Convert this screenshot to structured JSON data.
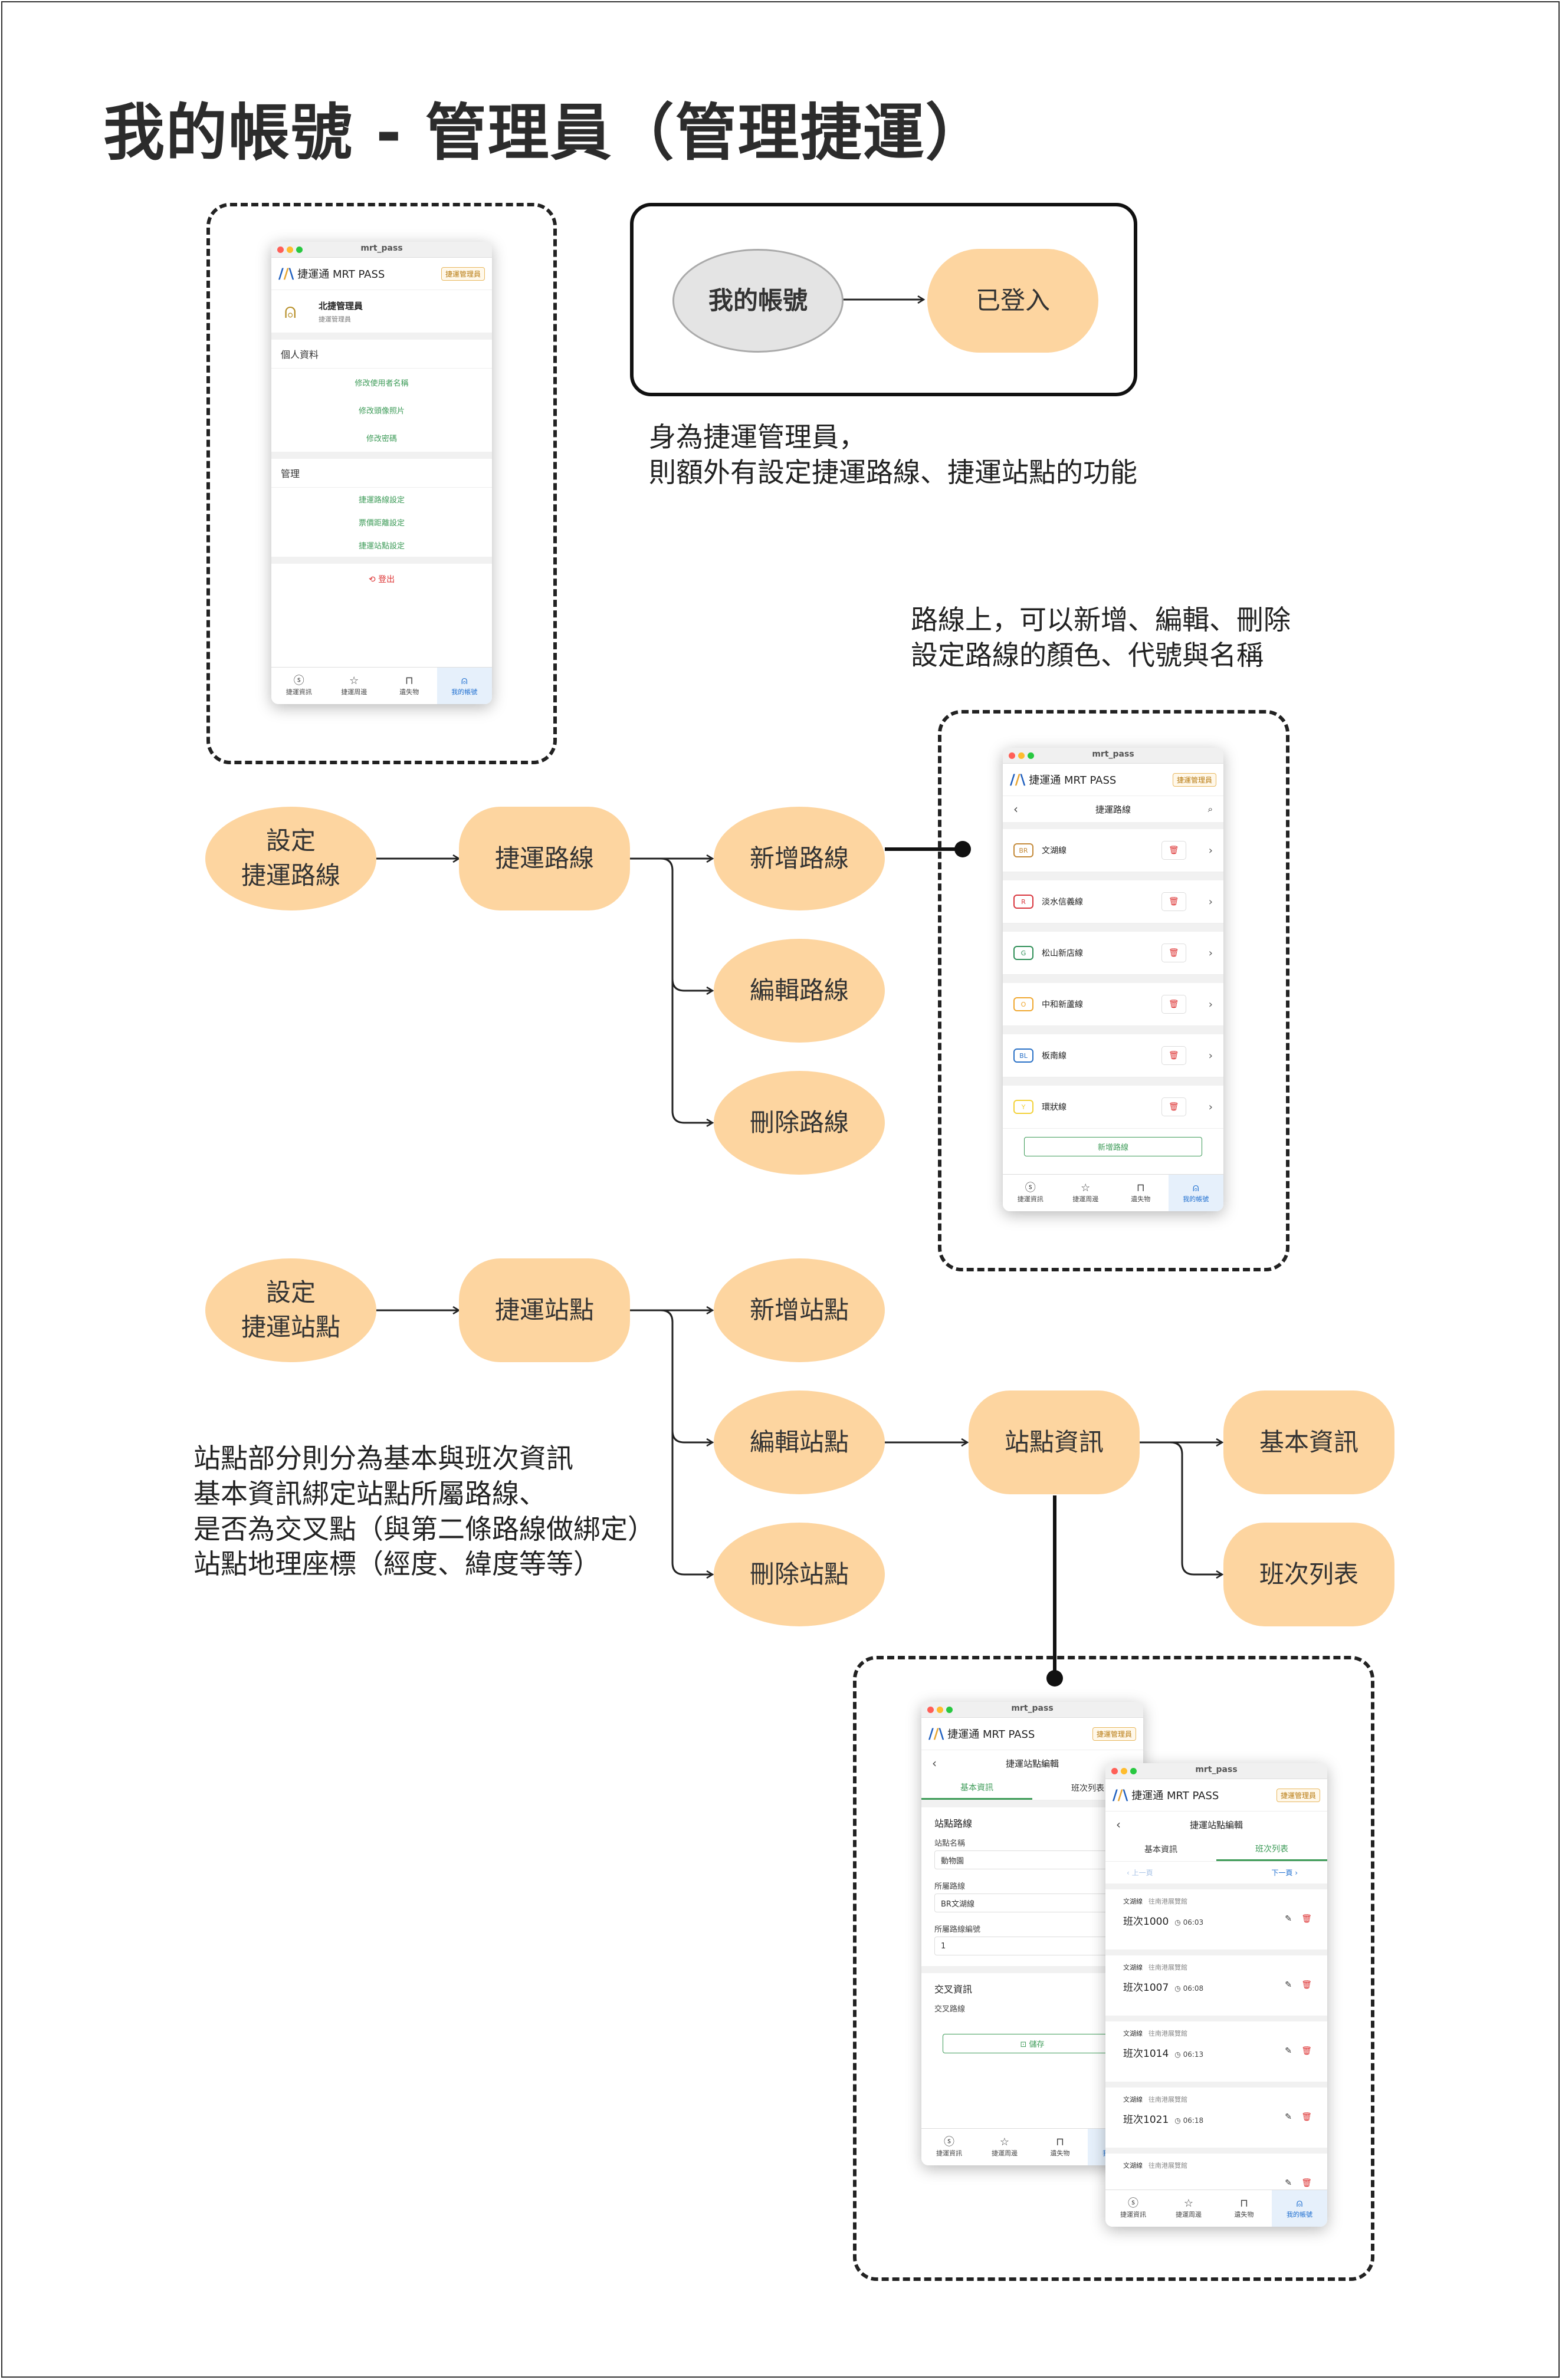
{
  "page": {
    "title": "我的帳號 - 管理員（管理捷運）"
  },
  "colors": {
    "node_fill": "#fdd5a0",
    "node_grey": "#e4e4e4",
    "accent_green": "#3d9b58",
    "nav_active": "#1f6fd0"
  },
  "legend": {
    "node_a": "我的帳號",
    "node_b": "已登入"
  },
  "notes": {
    "admin_line1": "身為捷運管理員，",
    "admin_line2": "則額外有設定捷運路線、捷運站點的功能",
    "route_line1": "路線上，可以新增、編輯、刪除",
    "route_line2": "設定路線的顏色、代號與名稱",
    "station_line1": "站點部分則分為基本與班次資訊",
    "station_line2": "基本資訊綁定站點所屬路線、",
    "station_line3": "是否為交叉點（與第二條路線做綁定）",
    "station_line4": "站點地理座標（經度、緯度等等）"
  },
  "flow": {
    "set_route_1": "設定",
    "set_route_2": "捷運路線",
    "route": "捷運路線",
    "add_route": "新增路線",
    "edit_route": "編輯路線",
    "delete_route": "刪除路線",
    "set_station_1": "設定",
    "set_station_2": "捷運站點",
    "station": "捷運站點",
    "add_station": "新增站點",
    "edit_station": "編輯站點",
    "delete_station": "刪除站點",
    "station_info": "站點資訊",
    "basic_info": "基本資訊",
    "schedule_list": "班次列表"
  },
  "app": {
    "window_title": "mrt_pass",
    "brand": "捷運通 MRT PASS",
    "role_badge": "捷運管理員",
    "nav": [
      {
        "label": "捷運資訊",
        "icon": "info-icon"
      },
      {
        "label": "捷運周邊",
        "icon": "star-icon"
      },
      {
        "label": "遺失物",
        "icon": "bag-icon"
      },
      {
        "label": "我的帳號",
        "icon": "user-icon"
      }
    ]
  },
  "account_screen": {
    "user_name": "北捷管理員",
    "user_role": "捷運管理員",
    "section_profile": "個人資料",
    "profile_links": [
      "修改使用者名稱",
      "修改頭像照片",
      "修改密碼"
    ],
    "section_manage": "管理",
    "manage_links": [
      "捷運路線設定",
      "票價距離設定",
      "捷運站點設定"
    ],
    "logout": "登出"
  },
  "routes_screen": {
    "title": "捷運路線",
    "routes": [
      {
        "code": "BR",
        "name": "文湖線",
        "color": "#c48a3a"
      },
      {
        "code": "R",
        "name": "淡水信義線",
        "color": "#d9363e"
      },
      {
        "code": "G",
        "name": "松山新店線",
        "color": "#2f8f57"
      },
      {
        "code": "O",
        "name": "中和新蘆線",
        "color": "#f0a830"
      },
      {
        "code": "BL",
        "name": "板南線",
        "color": "#2b72c7"
      },
      {
        "code": "Y",
        "name": "環狀線",
        "color": "#f3d23a"
      }
    ],
    "add_button": "新增路線"
  },
  "station_edit_screen": {
    "title": "捷運站點編輯",
    "tab_basic": "基本資訊",
    "tab_schedule": "班次列表",
    "section_route": "站點路線",
    "fields": [
      {
        "label": "站點名稱",
        "value": "動物園"
      },
      {
        "label": "所屬路線",
        "value": "BR文湖線"
      },
      {
        "label": "所屬路線編號",
        "value": "1"
      }
    ],
    "section_cross": "交叉資訊",
    "cross_label": "交叉路線",
    "save": "儲存"
  },
  "schedule_screen": {
    "title": "捷運站點編輯",
    "tab_basic": "基本資訊",
    "tab_schedule": "班次列表",
    "prev": "上一頁",
    "next": "下一頁",
    "items": [
      {
        "line": "文湖線",
        "dir": "往南港展覽館",
        "code": "班次1000",
        "time": "06:03"
      },
      {
        "line": "文湖線",
        "dir": "往南港展覽館",
        "code": "班次1007",
        "time": "06:08"
      },
      {
        "line": "文湖線",
        "dir": "往南港展覽館",
        "code": "班次1014",
        "time": "06:13"
      },
      {
        "line": "文湖線",
        "dir": "往南港展覽館",
        "code": "班次1021",
        "time": "06:18"
      },
      {
        "line": "文湖線",
        "dir": "往南港展覽館",
        "code": "",
        "time": ""
      }
    ]
  }
}
